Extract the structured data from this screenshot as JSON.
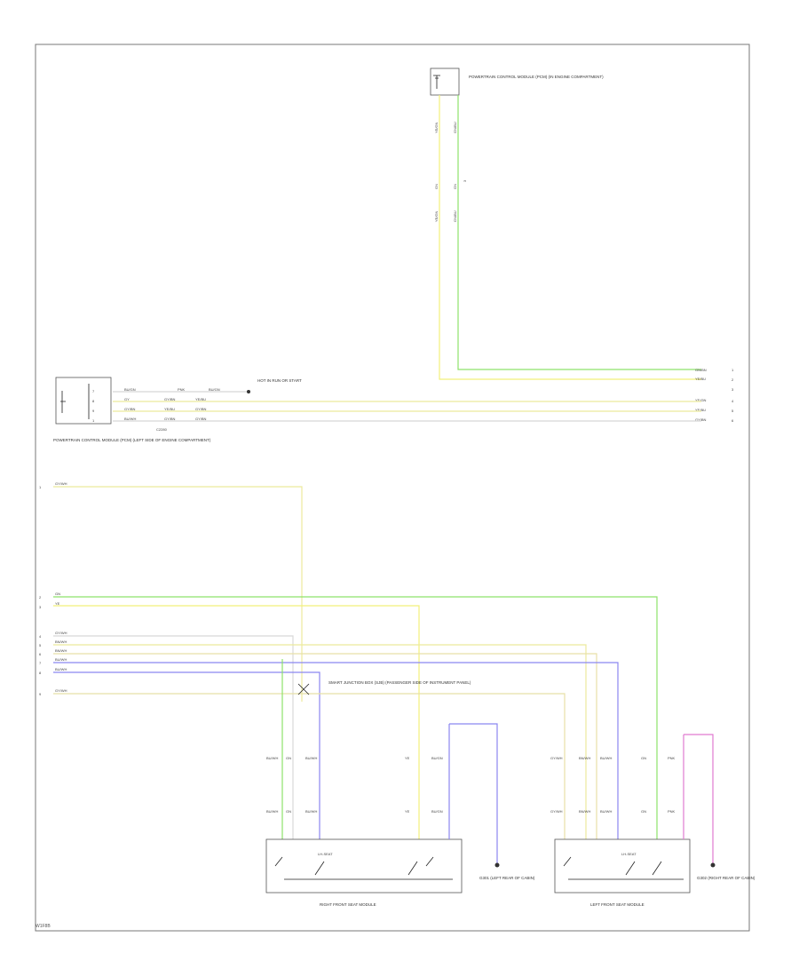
{
  "footer": {
    "code": "W1F8B"
  },
  "components": {
    "sensor_top": "POWERTRAIN CONTROL MODULE (PCM) (IN ENGINE COMPARTMENT)",
    "module_mid": "POWERTRAIN CONTROL MODULE (PCM) (LEFT SIDE OF ENGINE COMPARTMENT)",
    "hot_at_run": "HOT IN RUN OR START",
    "fuse_box": "SMART JUNCTION BOX (SJB) (PASSENGER SIDE OF INSTRUMENT PANEL)",
    "right_seat": "RIGHT FRONT SEAT MODULE",
    "left_seat": "LEFT FRONT SEAT MODULE",
    "right_ground": "G301 (LEFT REAR OF CABIN)",
    "left_ground": "G302 (RIGHT REAR OF CABIN)",
    "mid_connector": "C2280"
  },
  "wires": {
    "top_left": "YE/GN",
    "top_right": "GN/BU",
    "gn_label_1": "GN",
    "gn_label_2": "GN",
    "right_wire_1": "GN/BN",
    "right_wire_2": "YE/BU",
    "mid_wire_1": "YE/BU",
    "mid_wire_2": "GY/BN",
    "right_wire_3": "YE/GN",
    "right_wire_4": "YE/BU",
    "right_wire_5": "GY/BN",
    "inline_1": "BU/GN",
    "inline_2": "PNK",
    "inline_3": "BU/GN",
    "cgrey_1": "GY",
    "cgrey_2": "GY/BN",
    "cgrey_3": "GY/BN",
    "cgrey_4": "YE/BU",
    "cgrey_5": "BU/WH",
    "left_1": "GY/WH",
    "left_2": "GN",
    "left_3": "YE",
    "left_4": "GY/WH",
    "left_5": "BN/WH",
    "left_6": "BN/WH",
    "left_7": "BU/WH",
    "left_8": "BU/WH",
    "left_9": "GY/WH",
    "seat_label": "LH-SEAT"
  },
  "pins": {
    "top_pin": "3",
    "pin_a": "1",
    "pin_b": "2",
    "pin_c": "3",
    "pin_d": "4",
    "pin_e": "5",
    "pin_f": "6",
    "pin_g": "7",
    "pin_h": "8",
    "pin_i": "9"
  },
  "colors": {
    "yellow": "#f2f07a",
    "light_yellow": "#ecea9c",
    "green": "#8ee26a",
    "blue": "#8b86f0",
    "pink": "#e07ad0",
    "grey": "#d8d8d8",
    "tan": "#e8e0a8",
    "outline": "#555555"
  }
}
